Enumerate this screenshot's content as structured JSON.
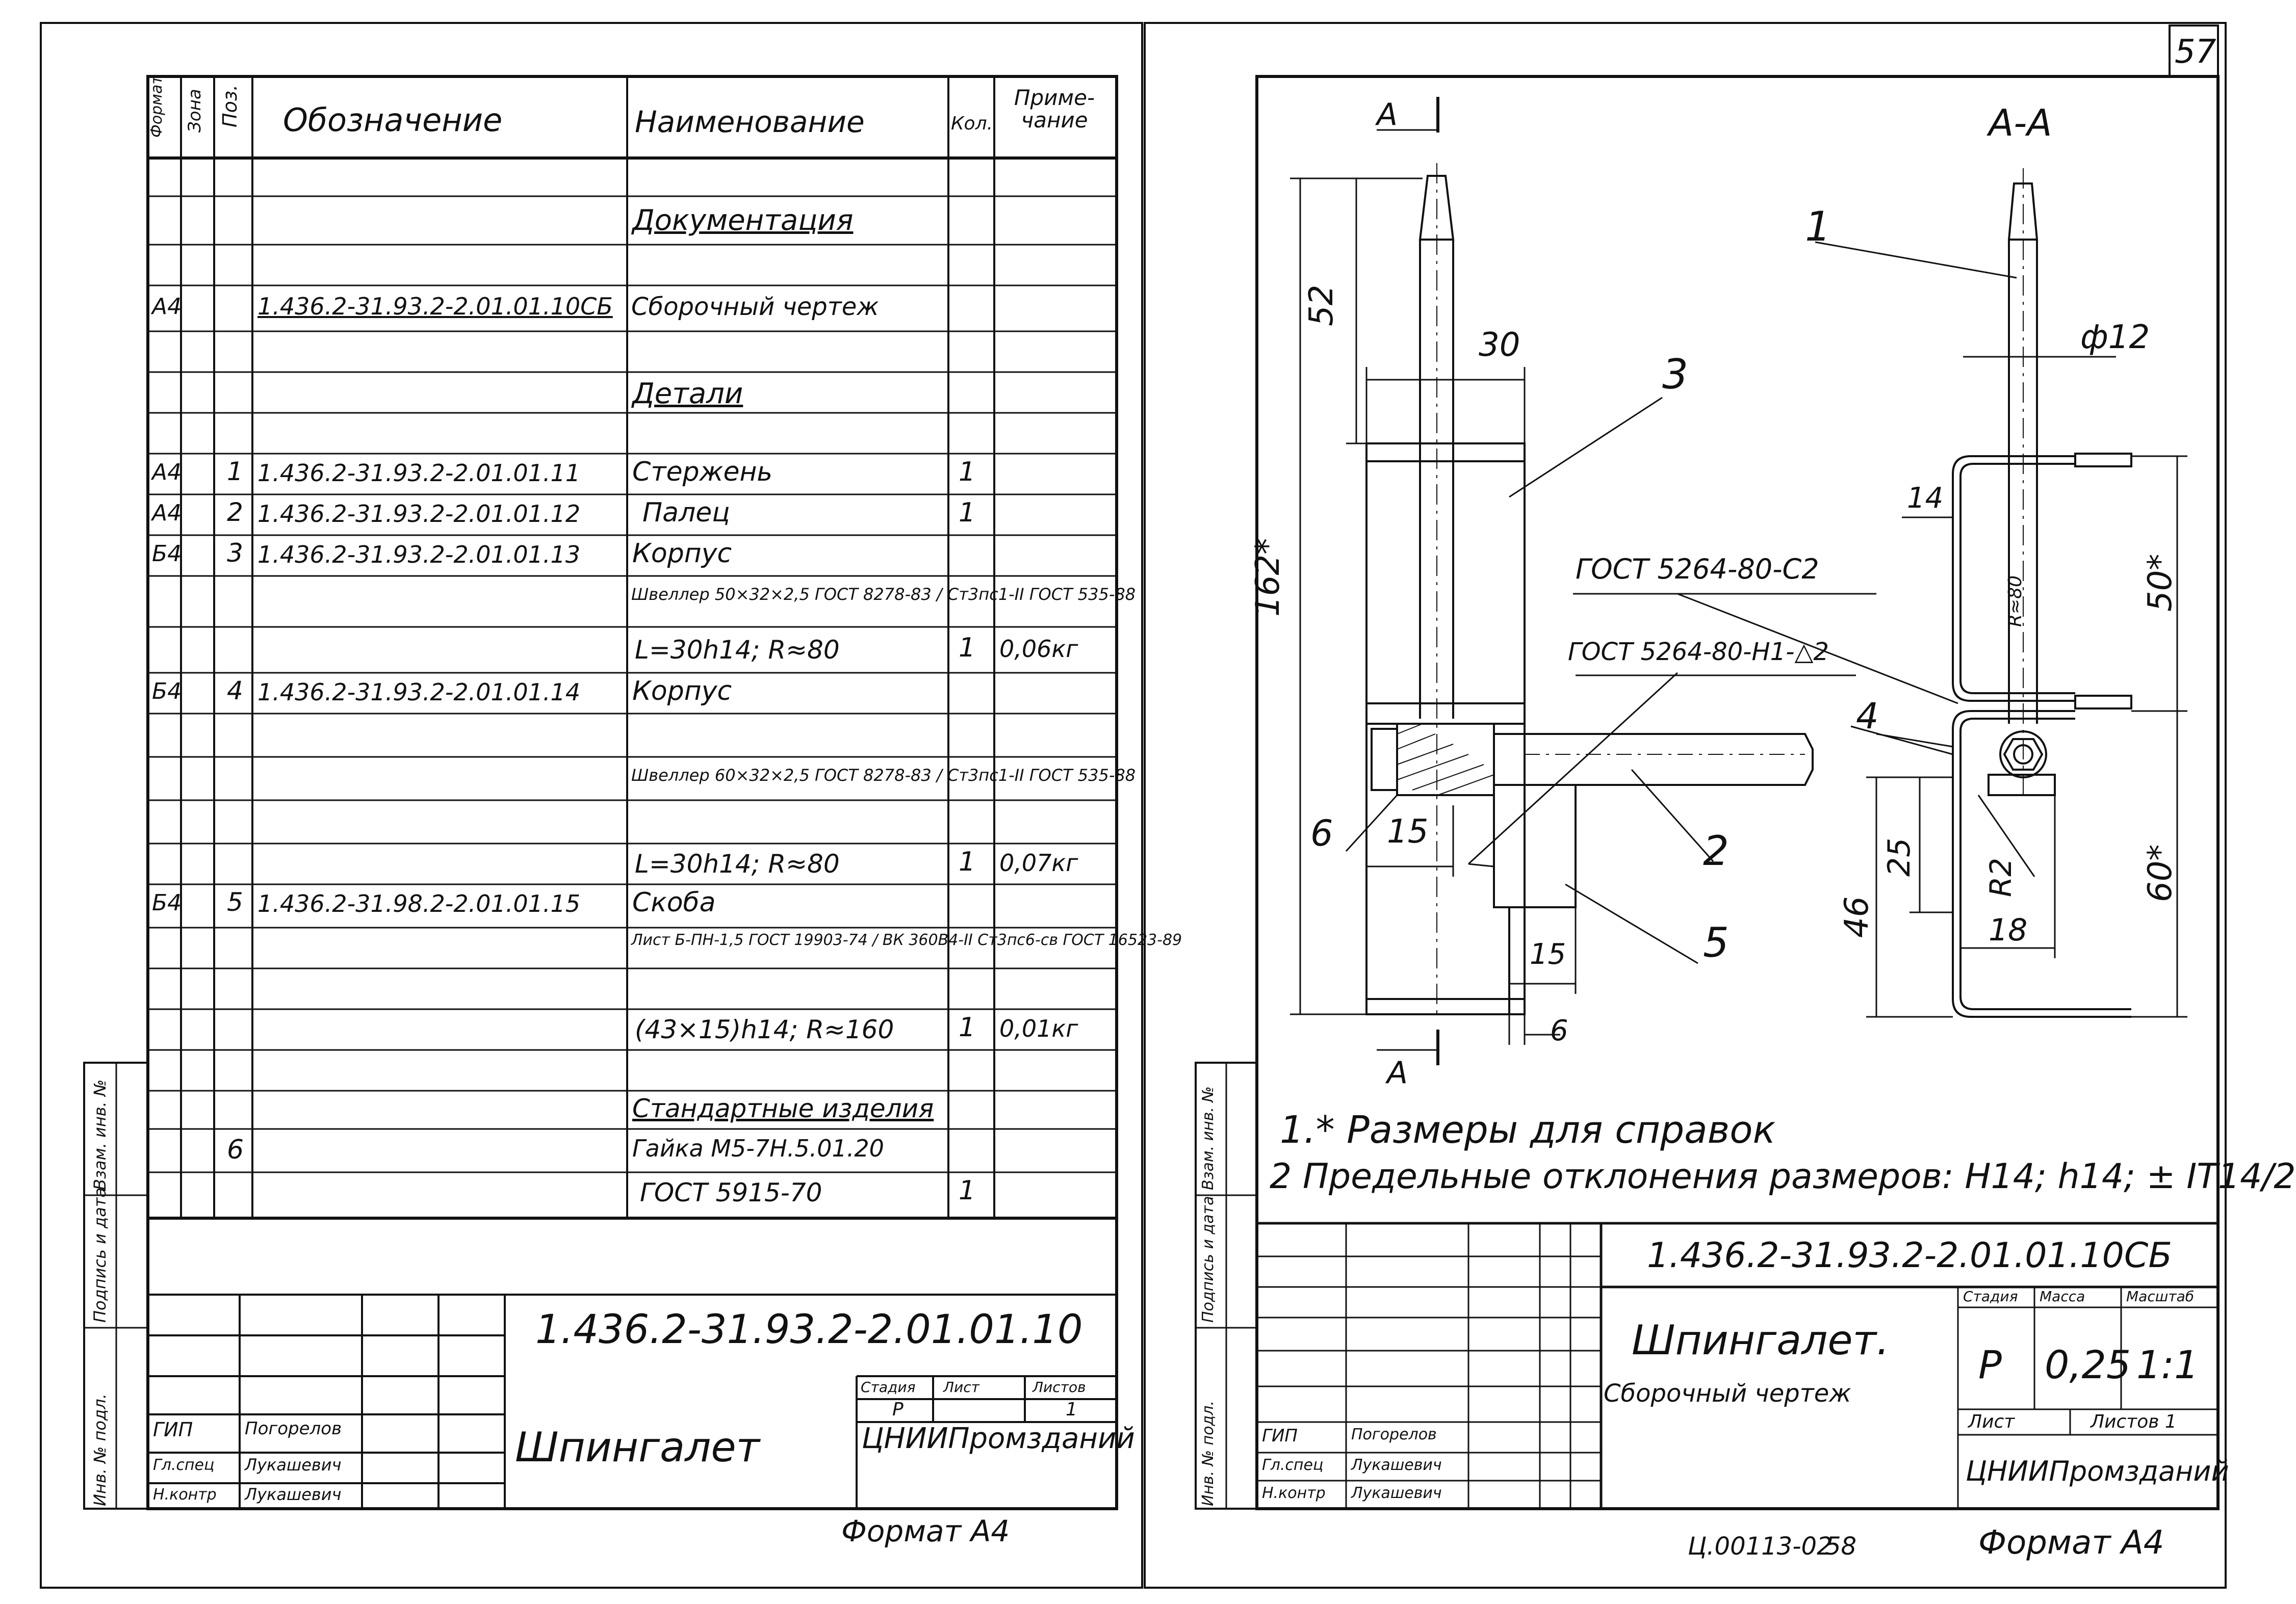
{
  "page_number": "57",
  "bottom_code": "Ц.00113-02",
  "bottom_page": "58",
  "format_label": "Формат А4",
  "spec": {
    "headers": {
      "format": "Формат",
      "zone": "Зона",
      "pos": "Поз.",
      "designation": "Обозначение",
      "name": "Наименование",
      "qty": "Кол.",
      "note": "Приме-чание"
    },
    "rows": [
      {
        "format": "",
        "pos": "",
        "designation": "",
        "name": "Документация",
        "qty": "",
        "note": ""
      },
      {
        "format": "А4",
        "pos": "",
        "designation": "1.436.2-31.93.2-2.01.01.10СБ",
        "name": "Сборочный чертеж",
        "qty": "",
        "note": ""
      },
      {
        "format": "",
        "pos": "",
        "designation": "",
        "name": "Детали",
        "qty": "",
        "note": ""
      },
      {
        "format": "А4",
        "pos": "1",
        "designation": "1.436.2-31.93.2-2.01.01.11",
        "name": "Стержень",
        "qty": "1",
        "note": ""
      },
      {
        "format": "А4",
        "pos": "2",
        "designation": "1.436.2-31.93.2-2.01.01.12",
        "name": "Палец",
        "qty": "1",
        "note": ""
      },
      {
        "format": "Б4",
        "pos": "3",
        "designation": "1.436.2-31.93.2-2.01.01.13",
        "name": "Корпус",
        "qty": "",
        "note": ""
      },
      {
        "format": "",
        "pos": "",
        "designation": "",
        "name": "Швеллер 50×32×2,5 ГОСТ 8278-83 / Ст3пс1-II ГОСТ 535-88",
        "qty": "",
        "note": ""
      },
      {
        "format": "",
        "pos": "",
        "designation": "",
        "name": "L=30h14; R≈80",
        "qty": "1",
        "note": "0,06кг"
      },
      {
        "format": "Б4",
        "pos": "4",
        "designation": "1.436.2-31.93.2-2.01.01.14",
        "name": "Корпус",
        "qty": "",
        "note": ""
      },
      {
        "format": "",
        "pos": "",
        "designation": "",
        "name": "Швеллер 60×32×2,5 ГОСТ 8278-83 / Ст3пс1-II ГОСТ 535-88",
        "qty": "",
        "note": ""
      },
      {
        "format": "",
        "pos": "",
        "designation": "",
        "name": "L=30h14; R≈80",
        "qty": "1",
        "note": "0,07кг"
      },
      {
        "format": "Б4",
        "pos": "5",
        "designation": "1.436.2-31.98.2-2.01.01.15",
        "name": "Скоба",
        "qty": "",
        "note": ""
      },
      {
        "format": "",
        "pos": "",
        "designation": "",
        "name": "Лист Б-ПН-1,5 ГОСТ 19903-74 / ВК 360В4-II Ст3пс6-св ГОСТ 16523-89",
        "qty": "",
        "note": ""
      },
      {
        "format": "",
        "pos": "",
        "designation": "",
        "name": "(43×15)h14; R≈160",
        "qty": "1",
        "note": "0,01кг"
      },
      {
        "format": "",
        "pos": "",
        "designation": "",
        "name": "Стандартные изделия",
        "qty": "",
        "note": ""
      },
      {
        "format": "",
        "pos": "6",
        "designation": "",
        "name": "Гайка М5-7Н.5.01.20",
        "qty": "",
        "note": ""
      },
      {
        "format": "",
        "pos": "",
        "designation": "",
        "name": "ГОСТ 5915-70",
        "qty": "1",
        "note": ""
      }
    ],
    "title_block": {
      "code": "1.436.2-31.93.2-2.01.01.10",
      "title": "Шпингалет",
      "org": "ЦНИИПромзданий",
      "stage_label": "Стадия",
      "sheet_label": "Лист",
      "sheets_label": "Листов",
      "stage": "Р",
      "sheets": "1",
      "people": [
        {
          "role": "ГИП",
          "name": "Погорелов"
        },
        {
          "role": "Гл.спец",
          "name": "Лукашевич"
        },
        {
          "role": "Н.контр",
          "name": "Лукашевич"
        }
      ]
    },
    "side_labels": [
      "Инв. № подл.",
      "Подпись и дата",
      "Взам. инв. №"
    ]
  },
  "drawing": {
    "section_label": "А-А",
    "section_mark": "А",
    "dims": {
      "d52": "52",
      "d30": "30",
      "d162": "162*",
      "d15": "15",
      "d15b": "15",
      "d6": "6",
      "dia12": "ф12",
      "d14": "14",
      "d50": "50*",
      "d60": "60*",
      "d46": "46",
      "d25": "25",
      "d18": "18",
      "r2": "R2",
      "r80": "R≈80"
    },
    "positions": [
      "1",
      "2",
      "3",
      "4",
      "5",
      "6"
    ],
    "weld1": "ГОСТ 5264-80-С2",
    "weld2": "ГОСТ 5264-80-Н1-△2",
    "notes": [
      "1.* Размеры для справок",
      "2 Предельные отклонения размеров: Н14; h14; ± IT14/2"
    ],
    "title_block": {
      "code": "1.436.2-31.93.2-2.01.01.10СБ",
      "title": "Шпингалет.",
      "subtitle": "Сборочный чертеж",
      "stage_label": "Стадия",
      "mass_label": "Масса",
      "scale_label": "Масштаб",
      "stage": "Р",
      "mass": "0,25",
      "scale": "1:1",
      "sheet_label": "Лист",
      "sheets_label": "Листов 1",
      "org": "ЦНИИПромзданий",
      "people": [
        {
          "role": "ГИП",
          "name": "Погорелов"
        },
        {
          "role": "Гл.спец",
          "name": "Лукашевич"
        },
        {
          "role": "Н.контр",
          "name": "Лукашевич"
        }
      ]
    },
    "side_labels": [
      "Инв. № подл.",
      "Подпись и дата",
      "Взам. инв. №"
    ]
  }
}
